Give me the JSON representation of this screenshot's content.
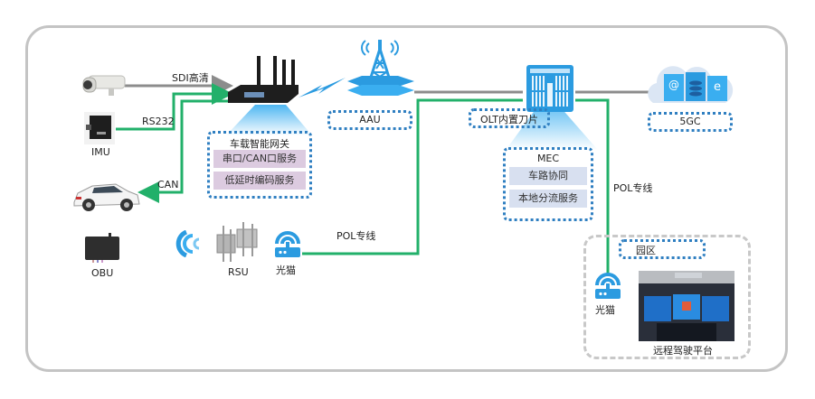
{
  "colors": {
    "frame": "#c4c4c4",
    "green_line": "#22b06a",
    "gray_line": "#8c8c8c",
    "dotted_box": "#2f7fc1",
    "device_blue": "#2b9be0",
    "gateway_service_bg": "#dccbe0",
    "mec_service_bg": "#d8e0f0"
  },
  "devices": {
    "camera": {
      "icon": "camera-icon"
    },
    "imu": {
      "label": "IMU",
      "icon": "imu-sensor-icon"
    },
    "car": {
      "icon": "car-icon"
    },
    "obu": {
      "label": "OBU",
      "icon": "obu-device-icon"
    },
    "router": {
      "icon": "router-gateway-icon"
    },
    "aau": {
      "label": "AAU",
      "icon": "cell-tower-icon"
    },
    "olt": {
      "label": "OLT内置刀片",
      "icon": "olt-server-icon"
    },
    "core": {
      "label": "5GC",
      "icon": "cloud-servers-icon",
      "servers": [
        "@ Email",
        "DB",
        "e http"
      ]
    },
    "rsu": {
      "label": "RSU",
      "icon": "rsu-icon"
    },
    "wireless": {
      "icon": "wireless-signal-icon"
    },
    "modem_left": {
      "label": "光猫",
      "icon": "modem-icon"
    },
    "modem_right": {
      "label": "光猫",
      "icon": "modem-icon"
    }
  },
  "links": {
    "sdi": "SDI高清",
    "rs232": "RS232",
    "can": "CAN",
    "pol_left": "POL专线",
    "pol_right": "POL专线"
  },
  "gateway_box": {
    "title": "车载智能网关",
    "services": [
      "串口/CAN口服务",
      "低延时编码服务"
    ]
  },
  "mec_box": {
    "title": "MEC",
    "services": [
      "车路协同",
      "本地分流服务"
    ]
  },
  "park": {
    "label": "园区",
    "platform_label": "远程驾驶平台"
  }
}
